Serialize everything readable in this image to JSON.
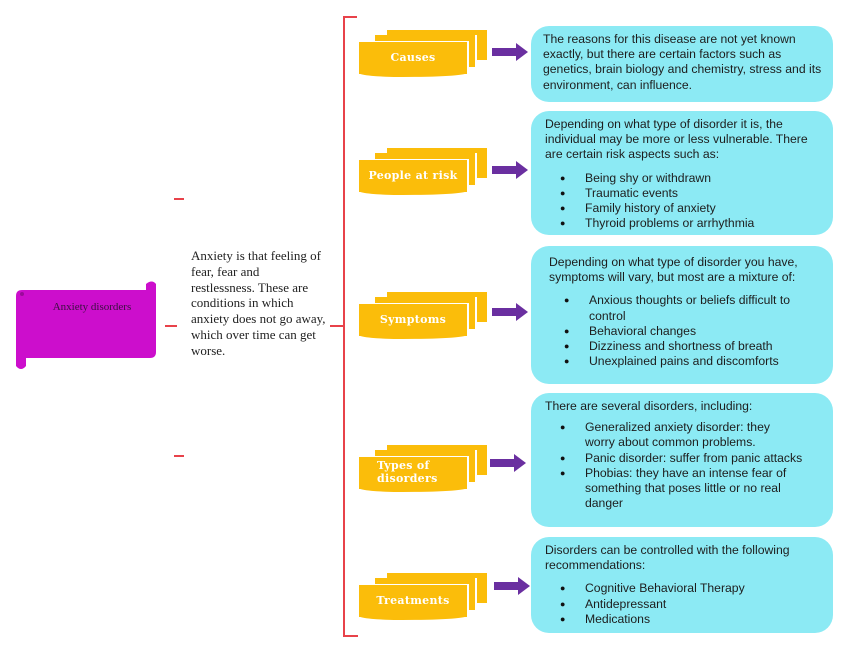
{
  "root": {
    "label": "Anxiety disorders",
    "color": "#cc0ecc"
  },
  "definition": "Anxiety is that feeling of fear, fear and restlessness. These are conditions in which anxiety does not go away, which over time can get worse.",
  "colors": {
    "category_fill": "#fbbd0a",
    "arrow": "#6a2fa0",
    "detail_box": "#8ceaf4",
    "bracket": "#e8424a"
  },
  "categories": [
    {
      "label": "Causes",
      "intro": "The reasons for this disease are not yet known exactly, but there are certain factors such as genetics, brain biology and chemistry, stress and its environment, can influence.",
      "bullets": []
    },
    {
      "label": "People at risk",
      "intro": "Depending on what type of disorder it is, the individual may be more or less vulnerable. There are certain risk aspects such as:",
      "bullets": [
        "Being shy or withdrawn",
        "Traumatic events",
        "Family history of anxiety",
        "Thyroid problems or arrhythmia"
      ]
    },
    {
      "label": "Symptoms",
      "intro": "Depending on what type of disorder you have, symptoms will vary, but most are a mixture of:",
      "bullets": [
        "Anxious thoughts or beliefs difficult to control",
        "Behavioral changes",
        "Dizziness and shortness of breath",
        "Unexplained pains and discomforts"
      ]
    },
    {
      "label": "Types of disorders",
      "intro": "There are several disorders, including:",
      "bullets": [
        "Generalized anxiety disorder: they worry about common problems.",
        "Panic disorder: suffer from panic attacks",
        "Phobias: they have an intense fear of something that poses little or no real danger"
      ]
    },
    {
      "label": "Treatments",
      "intro": "Disorders can be controlled with the following recommendations:",
      "bullets": [
        "Cognitive Behavioral Therapy",
        "Antidepressant",
        "Medications"
      ]
    }
  ]
}
